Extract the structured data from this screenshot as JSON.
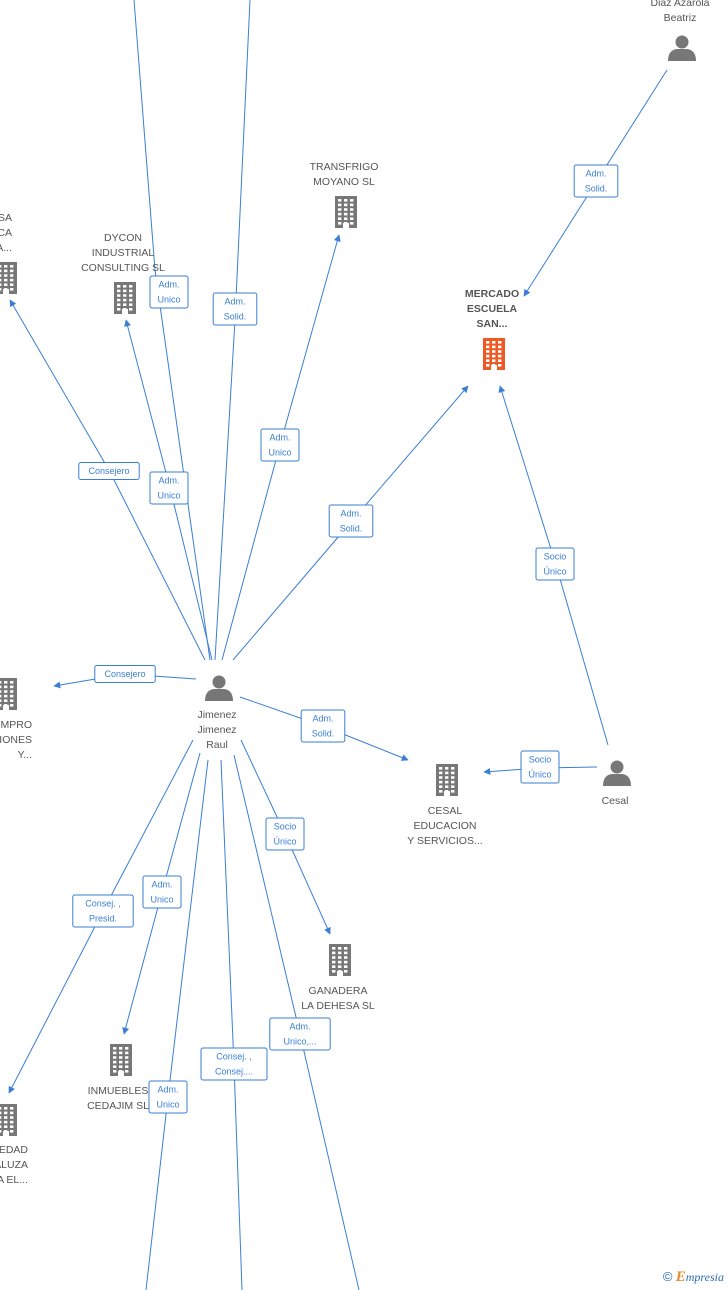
{
  "colors": {
    "edge": "#3a7fd5",
    "company": "#777777",
    "highlight": "#ee5a24",
    "person": "#777777"
  },
  "nodes": [
    {
      "id": "diaz",
      "kind": "person",
      "lines": [
        "Diaz Azarola",
        "Beatriz"
      ]
    },
    {
      "id": "transfrigo",
      "kind": "company",
      "lines": [
        "TRANSFRIGO",
        "MOYANO  SL"
      ]
    },
    {
      "id": "empresa",
      "kind": "company",
      "lines": [
        "RESA",
        "LICA",
        "LA..."
      ]
    },
    {
      "id": "dycon",
      "kind": "company",
      "lines": [
        "DYCON",
        "INDUSTRIAL",
        "CONSULTING SL"
      ]
    },
    {
      "id": "mercado",
      "kind": "company",
      "highlight": true,
      "lines": [
        "MERCADO",
        "ESCUELA",
        "SAN..."
      ]
    },
    {
      "id": "jimenez",
      "kind": "person",
      "lines": [
        "Jimenez",
        "Jimenez",
        "Raul"
      ]
    },
    {
      "id": "compro",
      "kind": "company",
      "lines": [
        "MPRO",
        "UCCIONES",
        "Y..."
      ]
    },
    {
      "id": "cesal-edu",
      "kind": "company",
      "lines": [
        "CESAL",
        "EDUCACION",
        "Y SERVICIOS..."
      ]
    },
    {
      "id": "cesal",
      "kind": "person",
      "lines": [
        "Cesal"
      ]
    },
    {
      "id": "ganadera",
      "kind": "company",
      "lines": [
        "GANADERA",
        "LA DEHESA  SL"
      ]
    },
    {
      "id": "inmuebles",
      "kind": "company",
      "lines": [
        "INMUEBLES",
        "CEDAJIM  SL"
      ]
    },
    {
      "id": "sociedad",
      "kind": "company",
      "lines": [
        "EDAD",
        "ALUZA",
        "A EL..."
      ]
    }
  ],
  "edge_labels": [
    {
      "id": "e1",
      "lines": [
        "Adm.",
        "Solid."
      ]
    },
    {
      "id": "e2",
      "lines": [
        "Adm.",
        "Unico"
      ]
    },
    {
      "id": "e3",
      "lines": [
        "Adm.",
        "Solid."
      ]
    },
    {
      "id": "e4",
      "lines": [
        "Adm.",
        "Unico"
      ]
    },
    {
      "id": "e5",
      "lines": [
        "Consejero"
      ]
    },
    {
      "id": "e6",
      "lines": [
        "Adm.",
        "Unico"
      ]
    },
    {
      "id": "e7",
      "lines": [
        "Adm.",
        "Solid."
      ]
    },
    {
      "id": "e8",
      "lines": [
        "Socio",
        "Único"
      ]
    },
    {
      "id": "e9",
      "lines": [
        "Consejero"
      ]
    },
    {
      "id": "e10",
      "lines": [
        "Adm.",
        "Solid."
      ]
    },
    {
      "id": "e11",
      "lines": [
        "Socio",
        "Único"
      ]
    },
    {
      "id": "e12",
      "lines": [
        "Socio",
        "Único"
      ]
    },
    {
      "id": "e13",
      "lines": [
        "Consej. ,",
        "Presid."
      ]
    },
    {
      "id": "e14",
      "lines": [
        "Adm.",
        "Unico"
      ]
    },
    {
      "id": "e15",
      "lines": [
        "Adm.",
        "Unico,..."
      ]
    },
    {
      "id": "e16",
      "lines": [
        "Consej. ,",
        "Consej...."
      ]
    },
    {
      "id": "e17",
      "lines": [
        "Adm.",
        "Unico"
      ]
    }
  ],
  "brand": {
    "copyright": "©",
    "initial": "E",
    "rest": "mpresia"
  }
}
